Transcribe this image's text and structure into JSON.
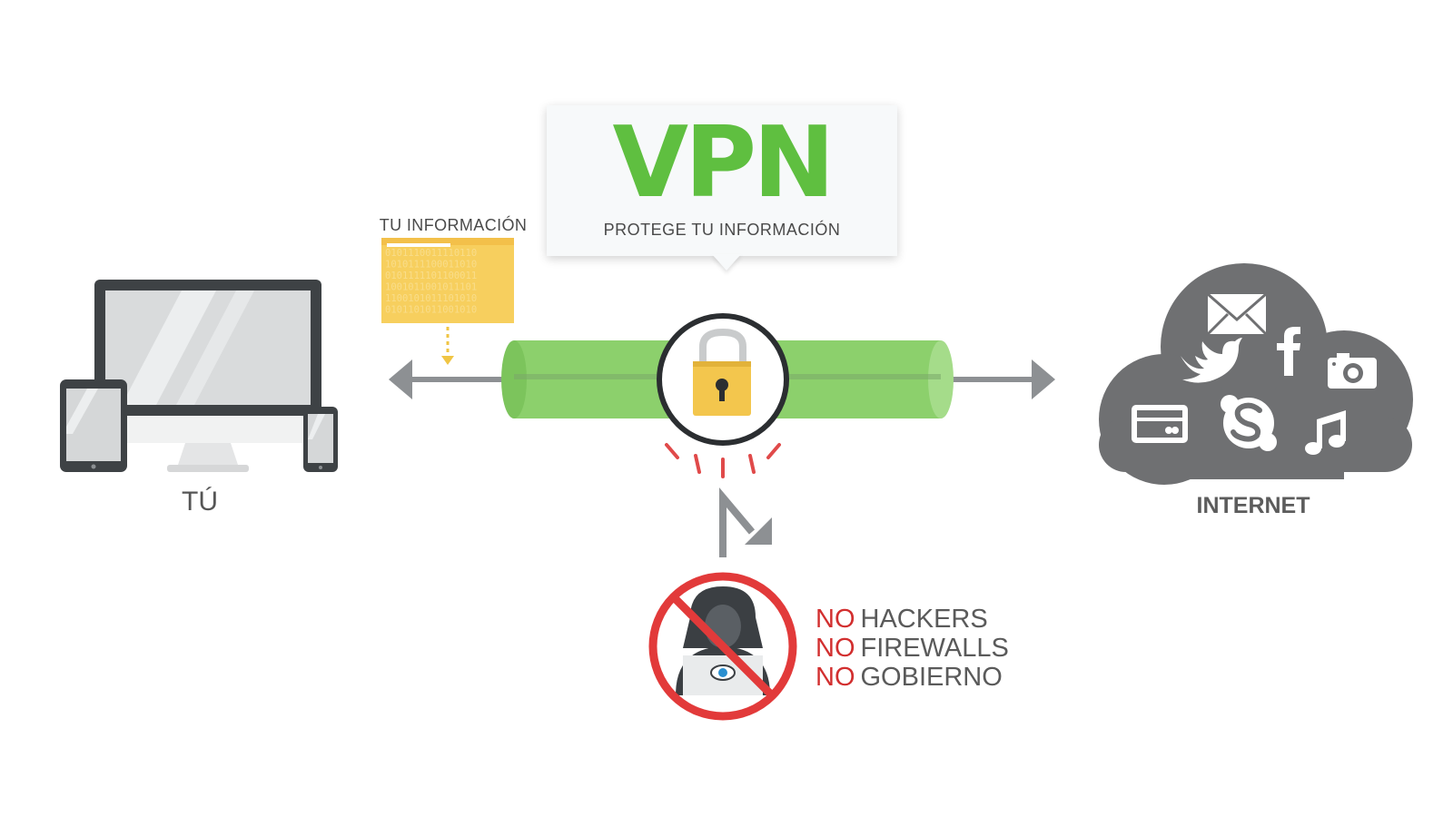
{
  "vpn": {
    "title": "VPN",
    "subtitle": "PROTEGE TU INFORMACIÓN"
  },
  "info_label": "TU INFORMACIÓN",
  "you_label": "TÚ",
  "internet_label": "INTERNET",
  "blocked": [
    {
      "prefix": "NO",
      "target": "HACKERS"
    },
    {
      "prefix": "NO",
      "target": "FIREWALLS"
    },
    {
      "prefix": "NO",
      "target": "GOBIERNO"
    }
  ],
  "binary_lines": [
    "0101110011110110",
    "1010111100011010",
    "0101111101100011",
    "1001011001011101",
    "1100101011101010",
    "0101101011001010"
  ],
  "icons": [
    "laptop-icon",
    "tablet-icon",
    "phone-icon",
    "folder-icon",
    "padlock-icon",
    "cloud-icon",
    "mail-icon",
    "twitter-icon",
    "facebook-icon",
    "camera-icon",
    "credit-card-icon",
    "skype-icon",
    "music-icon",
    "hacker-icon",
    "prohibited-icon"
  ],
  "colors": {
    "vpn_green": "#5fbf40",
    "tunnel_green": "#8cd06c",
    "arrow_gray": "#8d9093",
    "lock_gold": "#f3c64d",
    "folder_yellow": "#f7cf5e",
    "cloud_gray": "#6f7072",
    "no_red": "#d22f2f",
    "text_gray": "#4a4a4a"
  }
}
